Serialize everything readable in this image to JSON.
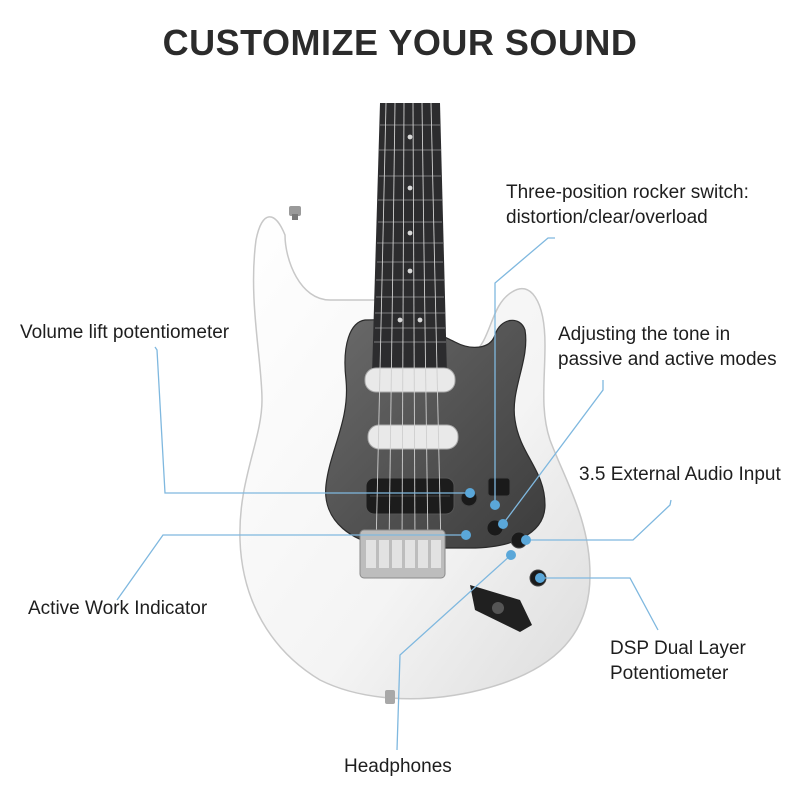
{
  "title": "CUSTOMIZE YOUR SOUND",
  "accent_color": "#5aa7d9",
  "callouts": {
    "rocker_switch": {
      "line1": "Three-position rocker switch:",
      "line2": "distortion/clear/overload"
    },
    "volume_lift": {
      "line1": "Volume lift potentiometer"
    },
    "tone": {
      "line1": "Adjusting the tone in",
      "line2": "passive and active modes"
    },
    "audio_input": {
      "line1": "3.5 External Audio Input"
    },
    "active_indicator": {
      "line1": "Active Work Indicator"
    },
    "dsp": {
      "line1": "DSP Dual Layer",
      "line2": "Potentiometer"
    },
    "headphones": {
      "line1": "Headphones"
    }
  }
}
